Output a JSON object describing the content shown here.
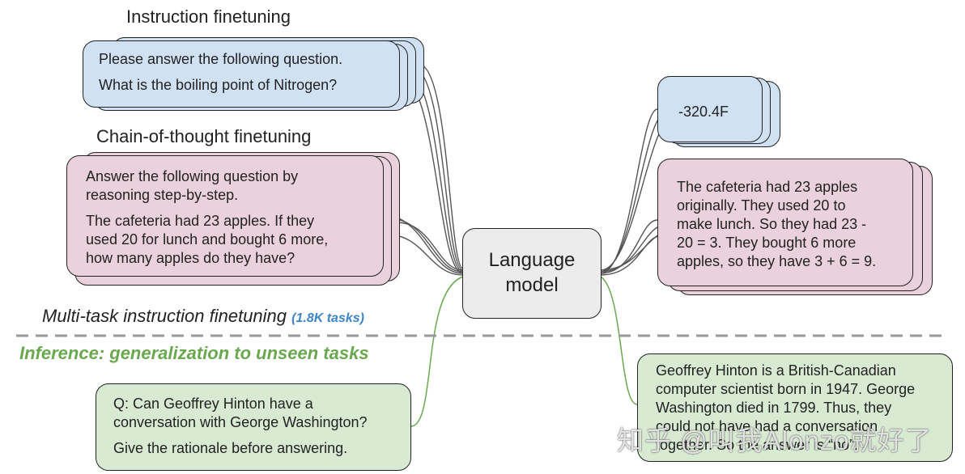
{
  "headings": {
    "instruction": "Instruction finetuning",
    "cot": "Chain-of-thought finetuning",
    "multitask": "Multi-task instruction finetuning",
    "multitask_note": "(1.8K tasks)",
    "inference": "Inference: generalization to unseen tasks"
  },
  "instruction_box": {
    "line1": "Please answer the following question.",
    "line2": "What is the boiling point of Nitrogen?"
  },
  "cot_box": {
    "line1": "Answer the following question by",
    "line2": "reasoning step-by-step.",
    "line3": "The cafeteria had 23 apples. If they",
    "line4": "used 20 for lunch and bought 6 more,",
    "line5": "how many apples do they have?"
  },
  "model": {
    "line1": "Language",
    "line2": "model"
  },
  "answer_box": {
    "text": "-320.4F"
  },
  "cot_answer_box": {
    "line1": "The cafeteria had 23 apples",
    "line2": "originally. They used 20 to",
    "line3": "make lunch. So they had 23 -",
    "line4": "20 = 3. They bought 6 more",
    "line5": "apples, so they have 3 + 6 = 9."
  },
  "inference_question": {
    "line1": "Q: Can Geoffrey Hinton have a",
    "line2": "conversation with George Washington?",
    "line3": "Give the rationale before answering."
  },
  "inference_answer": {
    "line1": "Geoffrey Hinton is a British-Canadian",
    "line2": "computer scientist born in 1947. George",
    "line3": "Washington died in 1799. Thus, they",
    "line4": "could not have had a conversation",
    "line5": "together. So the answer is “no”."
  },
  "watermark": "知乎 @叫我Alonzo就好了",
  "colors": {
    "blue_box": "#cfe1f3",
    "pink_box": "#ead1dc",
    "green_box": "#d9ead3",
    "model_box": "#ececec",
    "inference_green": "#6aa84f",
    "task_note_blue": "#3d85c6",
    "divider": "#999999"
  }
}
